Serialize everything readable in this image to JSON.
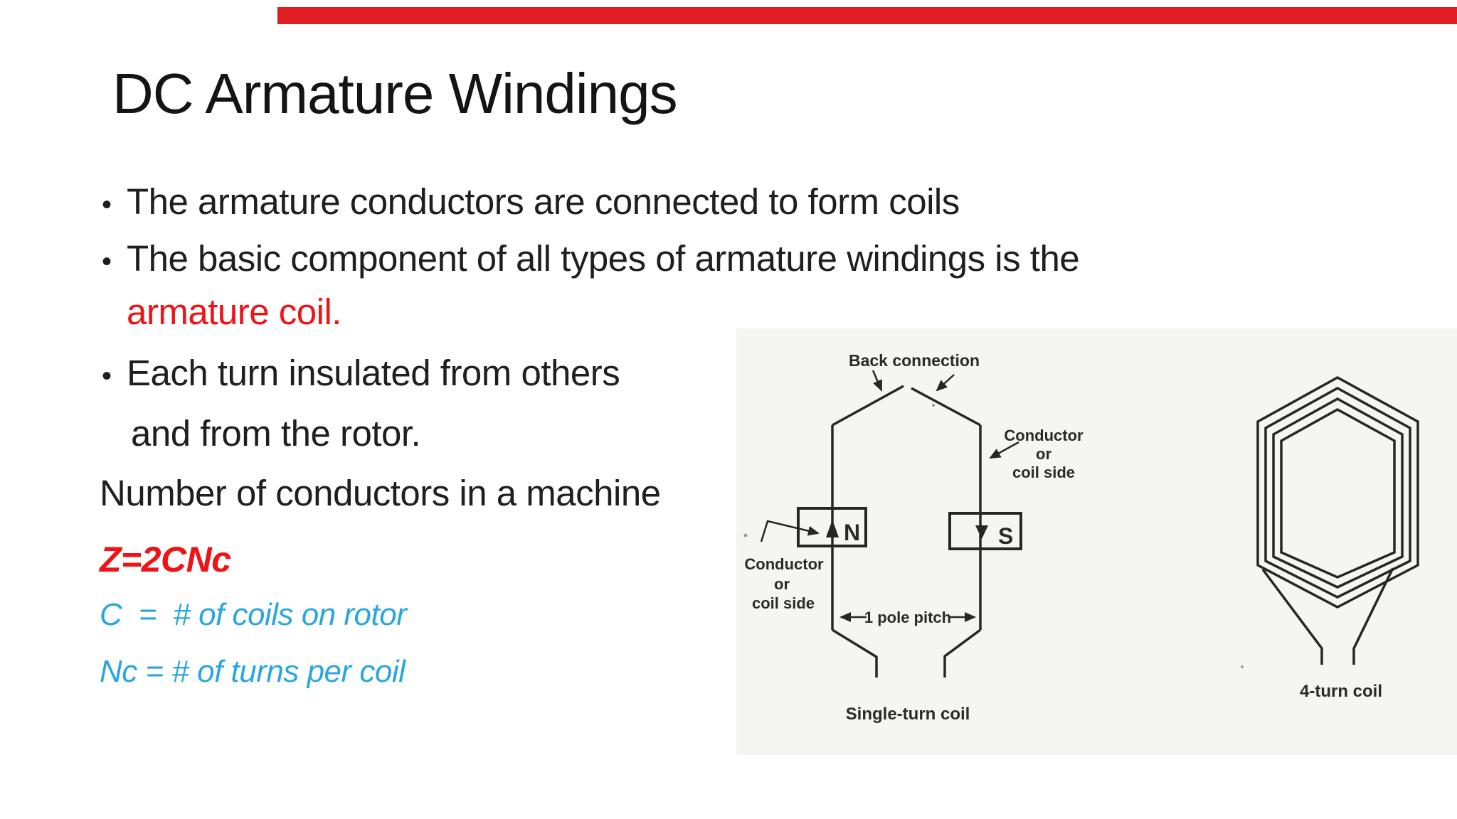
{
  "slide": {
    "title": "DC Armature Windings",
    "bullet_marker": "•",
    "bullets": {
      "b1": "The armature conductors are connected to form coils",
      "b2": "The basic component of all types of armature windings is the",
      "b2_highlight": "armature coil.",
      "b3": "Each turn insulated from others",
      "b3_continuation": "and from the rotor."
    },
    "plain_lines": {
      "machine": "Number of conductors in a machine",
      "formula": "Z=2CNc",
      "def_c": "C  =  # of coils on rotor",
      "def_nc": "Nc = # of turns per coil"
    },
    "colors": {
      "accent_bar": "#e01d23",
      "red_text": "#ee1316",
      "blue_text": "#2aa6de",
      "body_text": "#1f1f1f",
      "scan_background": "#f5f5f2"
    }
  },
  "figure_single_turn": {
    "label_back_connection": "Back connection",
    "label_conductor_right_line1": "Conductor",
    "label_conductor_right_line2": "or",
    "label_conductor_right_line3": "coil side",
    "label_conductor_left_line1": "Conductor",
    "label_conductor_left_line2": "or",
    "label_conductor_left_line3": "coil side",
    "pole_north": "N",
    "pole_south": "S",
    "label_pole_pitch": "1 pole pitch",
    "caption": "Single-turn coil"
  },
  "figure_four_turn": {
    "caption": "4-turn coil"
  }
}
